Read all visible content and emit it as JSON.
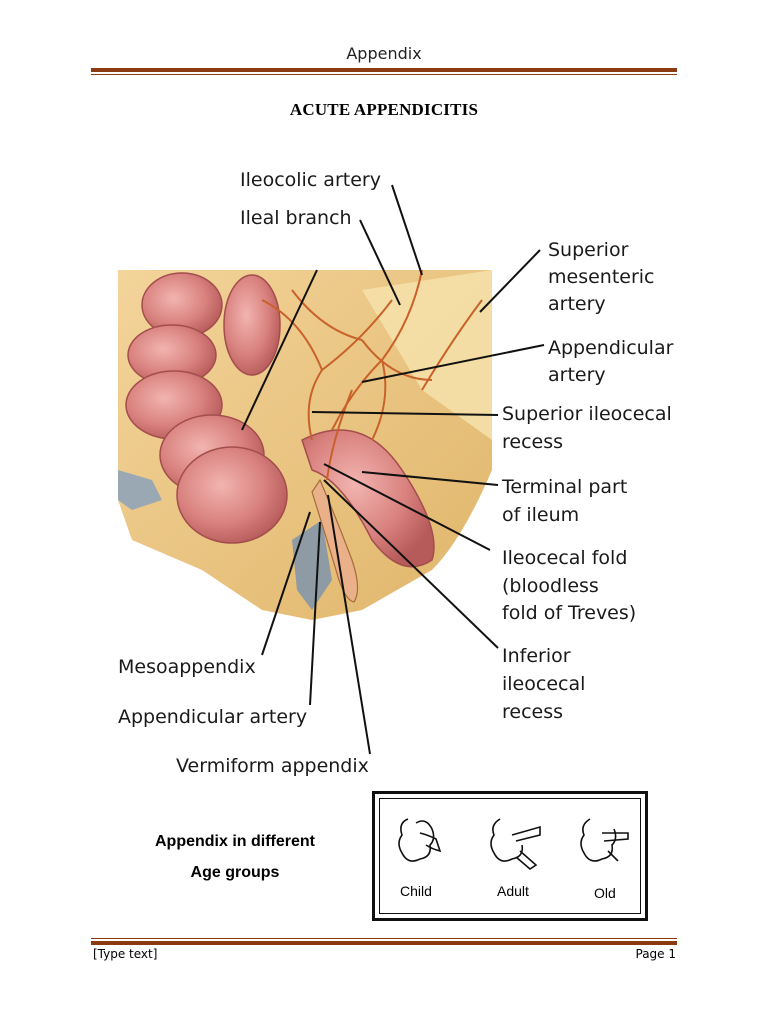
{
  "header": {
    "title": "Appendix"
  },
  "document": {
    "title": "ACUTE APPENDICITIS"
  },
  "figure": {
    "labels": {
      "ileocolic_artery": "Ileocolic artery",
      "ileal_branch": "Ileal branch",
      "superior_mesenteric": [
        "Superior",
        "mesenteric",
        "artery"
      ],
      "appendicular_artery_right": [
        "Appendicular",
        "artery"
      ],
      "superior_ileocecal_recess": [
        "Superior ileocecal",
        "recess"
      ],
      "terminal_part_ileum": [
        "Terminal part",
        "of ileum"
      ],
      "ileocecal_fold": [
        "Ileocecal fold",
        "(bloodless",
        "fold of Treves)"
      ],
      "inferior_ileocecal_recess": [
        "Inferior",
        "ileocecal",
        "recess"
      ],
      "mesoappendix": "Mesoappendix",
      "appendicular_artery_left": "Appendicular artery",
      "vermiform_appendix": "Vermiform appendix"
    }
  },
  "caption": {
    "line1": "Appendix in different",
    "line2": "Age groups"
  },
  "age_groups": {
    "labels": [
      "Child",
      "Adult",
      "Old"
    ]
  },
  "footer": {
    "left": "[Type text]",
    "right": "Page 1"
  }
}
